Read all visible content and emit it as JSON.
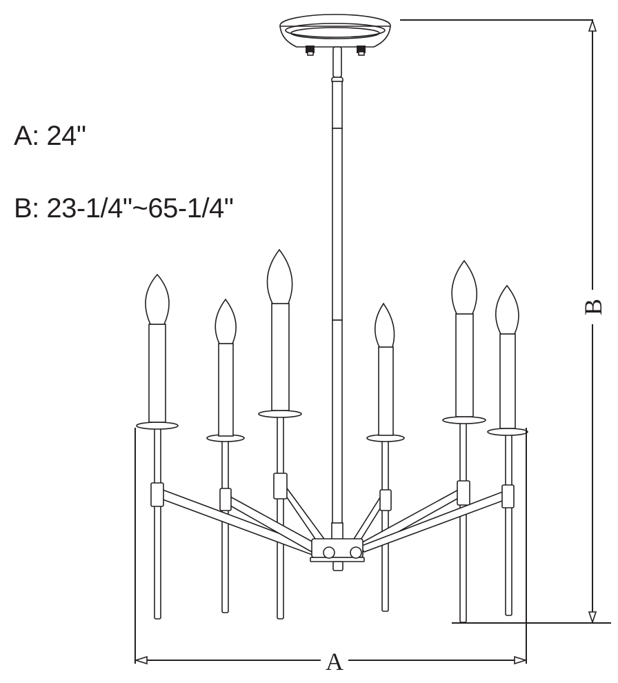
{
  "specs": {
    "a_label": "A: 24\"",
    "b_label": "B: 23-1/4\"~65-1/4\""
  },
  "dimension_labels": {
    "width": "A",
    "height": "B"
  },
  "fixture": {
    "type": "6-light chandelier line drawing",
    "candle_count": 6
  },
  "colors": {
    "line": "#231f20",
    "background": "#ffffff"
  }
}
